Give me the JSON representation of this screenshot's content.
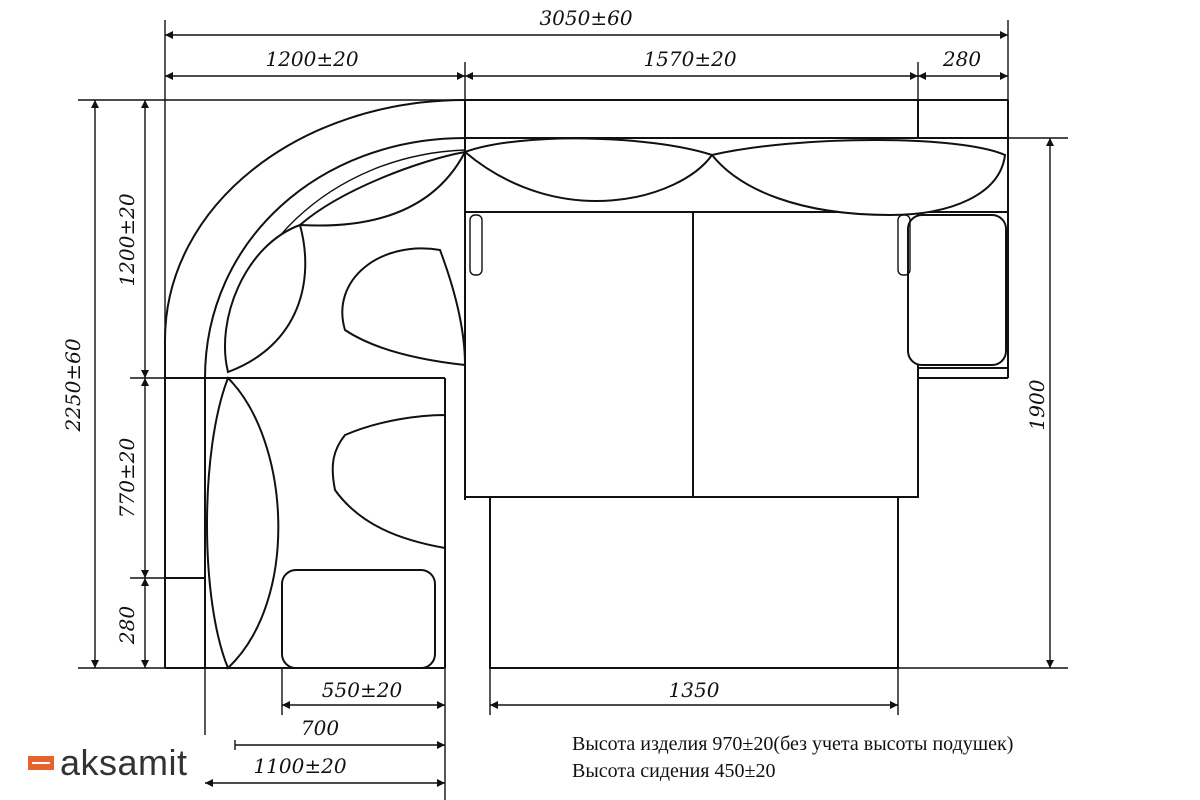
{
  "dimensions": {
    "total_width": "3050±60",
    "left_width": "1200±20",
    "mid_width": "1570±20",
    "right_width": "280",
    "corner_height": "1200±20",
    "total_height": "2250±60",
    "side_770": "770±20",
    "side_280": "280",
    "right_height": "1900",
    "seat_550": "550±20",
    "seat_700": "700",
    "seat_1100": "1100±20",
    "bottom_1350": "1350"
  },
  "notes": {
    "line1": "Высота изделия 970±20(без учета высоты подушек)",
    "line2": "Высота сидения 450±20"
  },
  "brand": {
    "name": "aksamit",
    "accent_color": "#e8622e"
  }
}
